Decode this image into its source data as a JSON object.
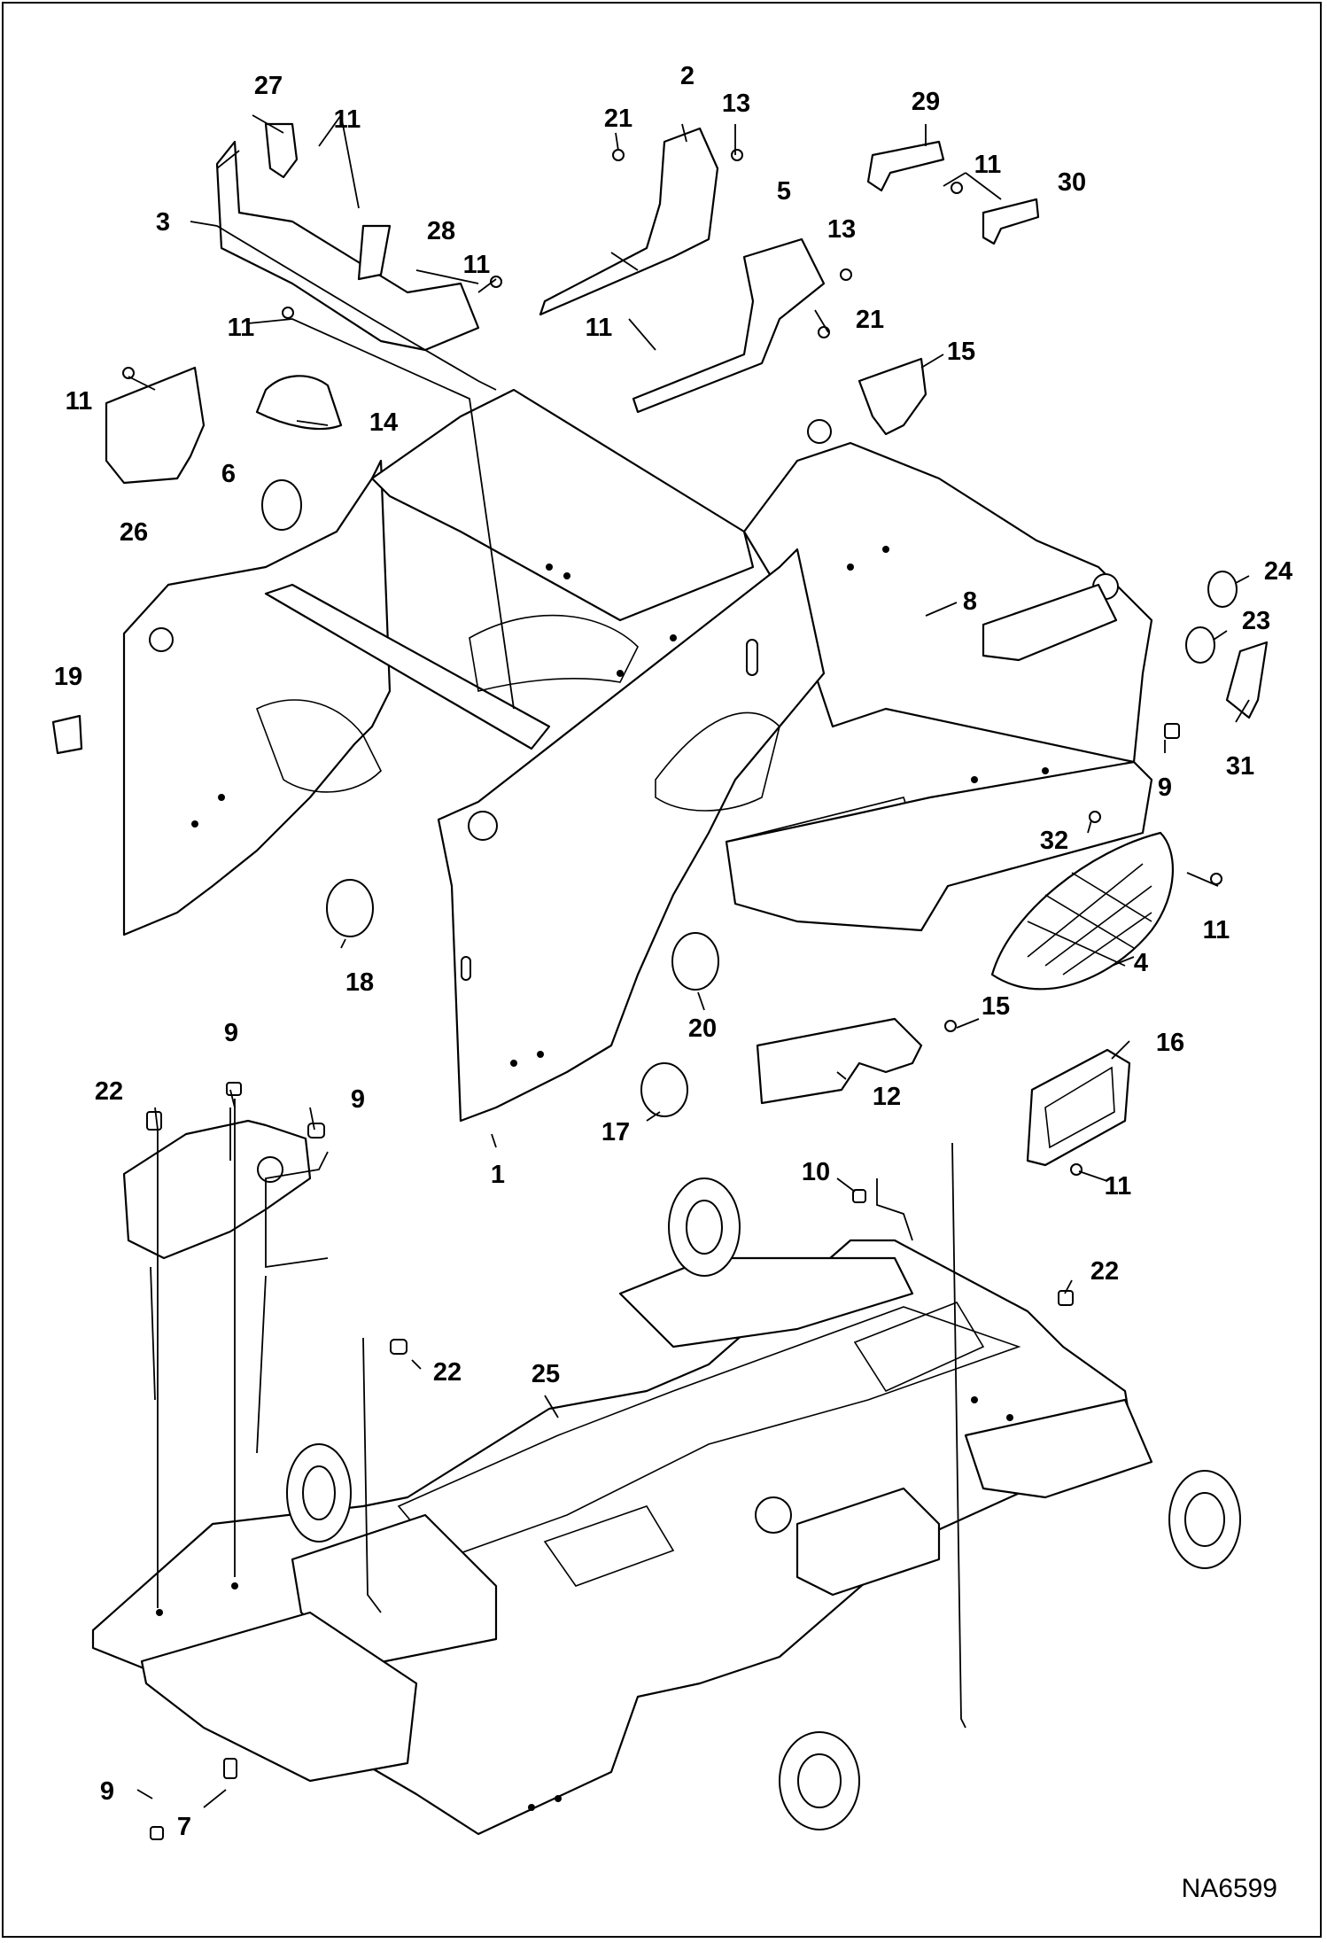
{
  "drawing_id": "NA6599",
  "callouts": [
    {
      "id": "c27",
      "text": "27"
    },
    {
      "id": "c11a",
      "text": "11"
    },
    {
      "id": "c3",
      "text": "3"
    },
    {
      "id": "c28",
      "text": "28"
    },
    {
      "id": "c11b",
      "text": "11"
    },
    {
      "id": "c11c",
      "text": "11"
    },
    {
      "id": "c11d",
      "text": "11"
    },
    {
      "id": "c14",
      "text": "14"
    },
    {
      "id": "c26",
      "text": "26"
    },
    {
      "id": "c6",
      "text": "6"
    },
    {
      "id": "c2",
      "text": "2"
    },
    {
      "id": "c21a",
      "text": "21"
    },
    {
      "id": "c13a",
      "text": "13"
    },
    {
      "id": "c5",
      "text": "5"
    },
    {
      "id": "c13b",
      "text": "13"
    },
    {
      "id": "c11e",
      "text": "11"
    },
    {
      "id": "c21b",
      "text": "21"
    },
    {
      "id": "c29",
      "text": "29"
    },
    {
      "id": "c11f",
      "text": "11"
    },
    {
      "id": "c30",
      "text": "30"
    },
    {
      "id": "c15a",
      "text": "15"
    },
    {
      "id": "c8",
      "text": "8"
    },
    {
      "id": "c24",
      "text": "24"
    },
    {
      "id": "c23",
      "text": "23"
    },
    {
      "id": "c31",
      "text": "31"
    },
    {
      "id": "c9a",
      "text": "9"
    },
    {
      "id": "c19",
      "text": "19"
    },
    {
      "id": "c32",
      "text": "32"
    },
    {
      "id": "c11g",
      "text": "11"
    },
    {
      "id": "c4",
      "text": "4"
    },
    {
      "id": "c18",
      "text": "18"
    },
    {
      "id": "c20",
      "text": "20"
    },
    {
      "id": "c15b",
      "text": "15"
    },
    {
      "id": "c12",
      "text": "12"
    },
    {
      "id": "c17",
      "text": "17"
    },
    {
      "id": "c1",
      "text": "1"
    },
    {
      "id": "c16",
      "text": "16"
    },
    {
      "id": "c11h",
      "text": "11"
    },
    {
      "id": "c9b",
      "text": "9"
    },
    {
      "id": "c22a",
      "text": "22"
    },
    {
      "id": "c9c",
      "text": "9"
    },
    {
      "id": "c10",
      "text": "10"
    },
    {
      "id": "c22b",
      "text": "22"
    },
    {
      "id": "c22c",
      "text": "22"
    },
    {
      "id": "c25",
      "text": "25"
    },
    {
      "id": "c9d",
      "text": "9"
    },
    {
      "id": "c7",
      "text": "7"
    }
  ]
}
